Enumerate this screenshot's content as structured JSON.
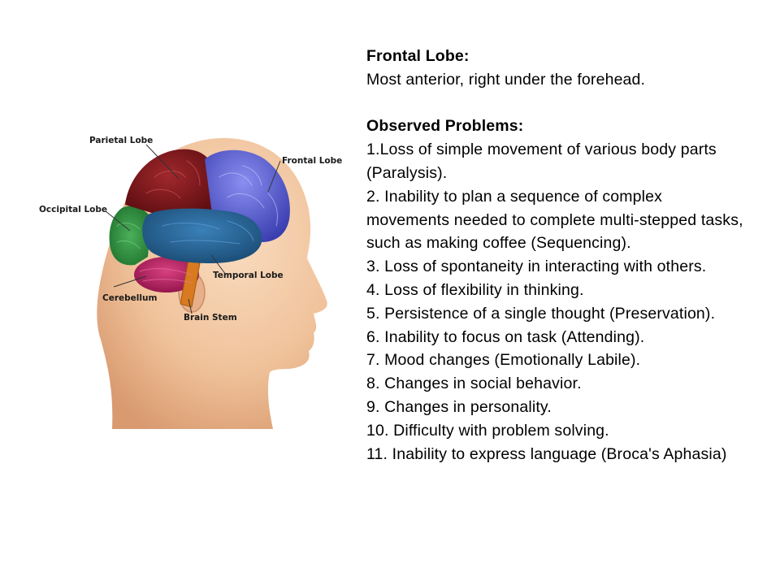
{
  "diagram": {
    "labels": {
      "parietal": "Parietal Lobe",
      "frontal": "Frontal Lobe",
      "occipital": "Occipital Lobe",
      "temporal": "Temporal Lobe",
      "cerebellum": "Cerebellum",
      "brain_stem": "Brain Stem"
    },
    "colors": {
      "skin": "#f2c6a0",
      "frontal": "#5a5ed0",
      "parietal": "#7a1418",
      "occipital": "#2a8a3a",
      "temporal": "#1f5a8a",
      "cerebellum": "#b0205a",
      "brain_stem": "#d77a20"
    }
  },
  "content": {
    "heading": "Frontal Lobe:",
    "location": "Most anterior, right under the forehead.",
    "problems_heading": "Observed Problems:",
    "problems": [
      "1.Loss of simple movement of various body parts (Paralysis).",
      "2. Inability to plan a sequence of complex movements needed to complete multi-stepped tasks, such as making coffee (Sequencing).",
      "3. Loss of spontaneity in interacting with others.",
      "4. Loss of flexibility in thinking.",
      "5. Persistence of a single thought (Preservation).",
      "6. Inability to focus on task (Attending).",
      "7. Mood changes (Emotionally Labile).",
      "8. Changes in social behavior.",
      "9. Changes in personality.",
      "10. Difficulty with problem solving.",
      "11. Inability to express language (Broca's Aphasia)"
    ]
  }
}
